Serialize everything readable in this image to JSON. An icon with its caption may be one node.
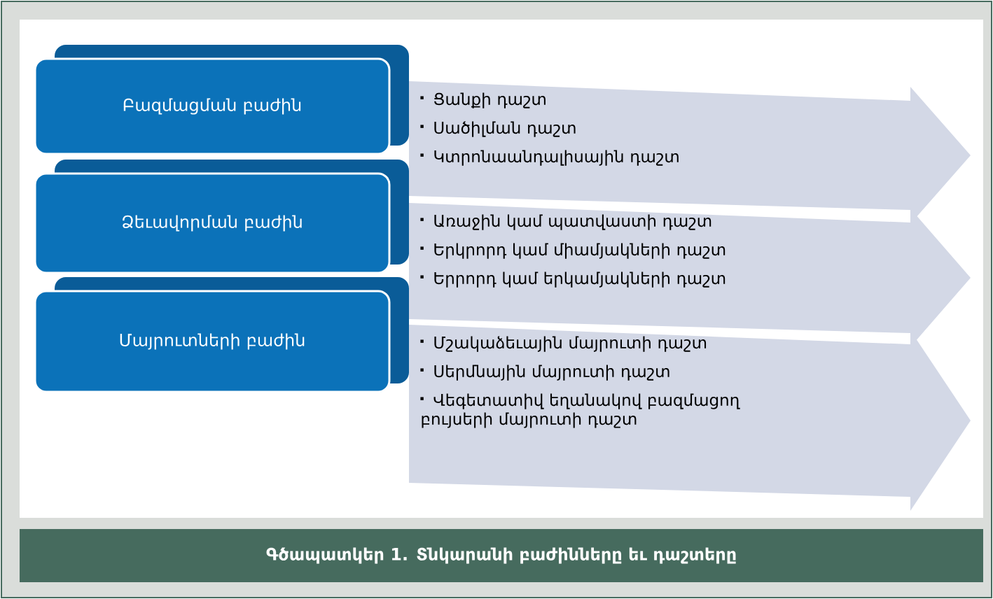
{
  "diagram": {
    "caption": "Գծապատկեր 1. Տնկարանի բաժինները եւ դաշտերը",
    "nodes": [
      {
        "text": [
          "Բազմացման բաժին"
        ]
      },
      {
        "text": [
          "Ցանքի դաշտ",
          "Սածիլման դաշտ",
          "Կտրոնաանդալիսային դաշտ"
        ]
      },
      {
        "text": [
          "Ձեւավորման բաժին"
        ]
      },
      {
        "text": [
          "Առաջին կամ պատվաստի դաշտ",
          "Երկրորդ կամ միամյակների դաշտ",
          "Երրորդ կամ երկամյակների դաշտ"
        ]
      },
      {
        "text": [
          "Մայրուտների բաժին"
        ]
      },
      {
        "text": [
          "Մշակաձեւային մայրուտի դաշտ",
          "Սերմնային մայրուտի դաշտ",
          "Վեգետատիվ եղանակով բազմացող բույսերի մայրուտի դաշտ"
        ]
      }
    ]
  }
}
